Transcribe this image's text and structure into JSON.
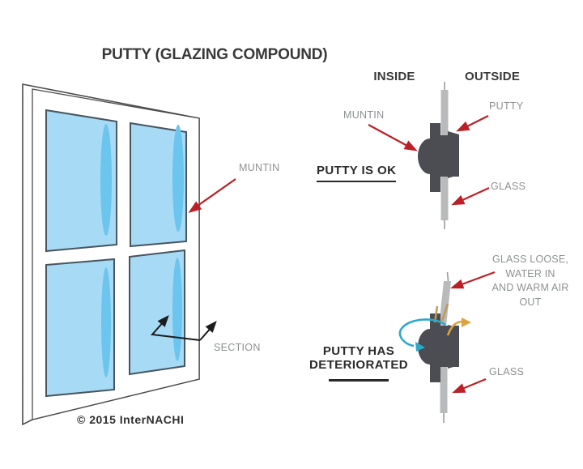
{
  "title": "PUTTY (GLAZING COMPOUND)",
  "copyright": "© 2015 InterNACHI",
  "window": {
    "muntin_label": "MUNTIN",
    "section_label": "SECTION"
  },
  "cross_section": {
    "inside_label": "INSIDE",
    "outside_label": "OUTSIDE",
    "ok": {
      "muntin_label": "MUNTIN",
      "putty_label": "PUTTY",
      "glass_label": "GLASS",
      "status": "PUTTY IS OK"
    },
    "deteriorated": {
      "note_line1": "GLASS LOOSE,",
      "note_line2": "WATER IN",
      "note_line3": "AND WARM AIR OUT",
      "status_line1": "PUTTY HAS",
      "status_line2": "DETERIORATED",
      "glass_label": "GLASS"
    }
  },
  "colors": {
    "arrow_red": "#bc2026",
    "water_teal": "#2aa9c9",
    "warm_air_yellow": "#dca43f",
    "putty_debris_tan": "#bf9a55",
    "pane_blue": "#a7daf5",
    "pane_highlight_blue": "#6cc5ee",
    "glass_gray": "#b9babc",
    "muntin_profile_gray": "#4c4d52",
    "label_gray": "#8d9092",
    "text_dark": "#39393b"
  }
}
